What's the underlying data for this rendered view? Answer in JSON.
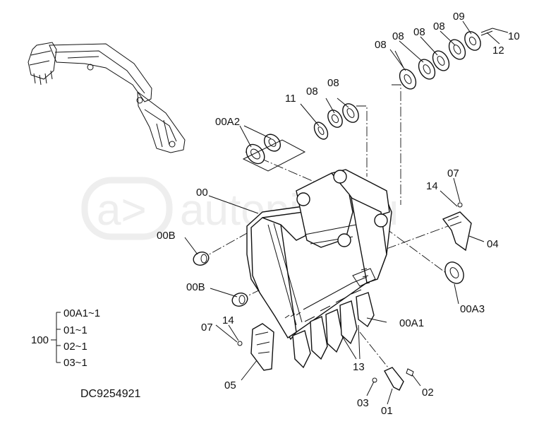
{
  "drawing_number": "DC9254921",
  "watermark": {
    "glyph": "a>",
    "text": "autopiter.ru"
  },
  "callouts": {
    "c00": "00",
    "c00A1": "00A1",
    "c00A2": "00A2",
    "c00A3": "00A3",
    "c00B_upper": "00B",
    "c00B_lower": "00B",
    "c01": "01",
    "c02": "02",
    "c03": "03",
    "c04": "04",
    "c05": "05",
    "c07_left": "07",
    "c07_right": "07",
    "c08_a": "08",
    "c08_b": "08",
    "c08_c": "08",
    "c08_d": "08",
    "c08_e": "08",
    "c08_f": "08",
    "c09": "09",
    "c10": "10",
    "c11": "11",
    "c12": "12",
    "c13": "13",
    "c14_left": "14",
    "c14_right": "14"
  },
  "assembly_tree": {
    "parent": "100",
    "children": [
      "00A1~1",
      "01~1",
      "02~1",
      "03~1"
    ]
  }
}
